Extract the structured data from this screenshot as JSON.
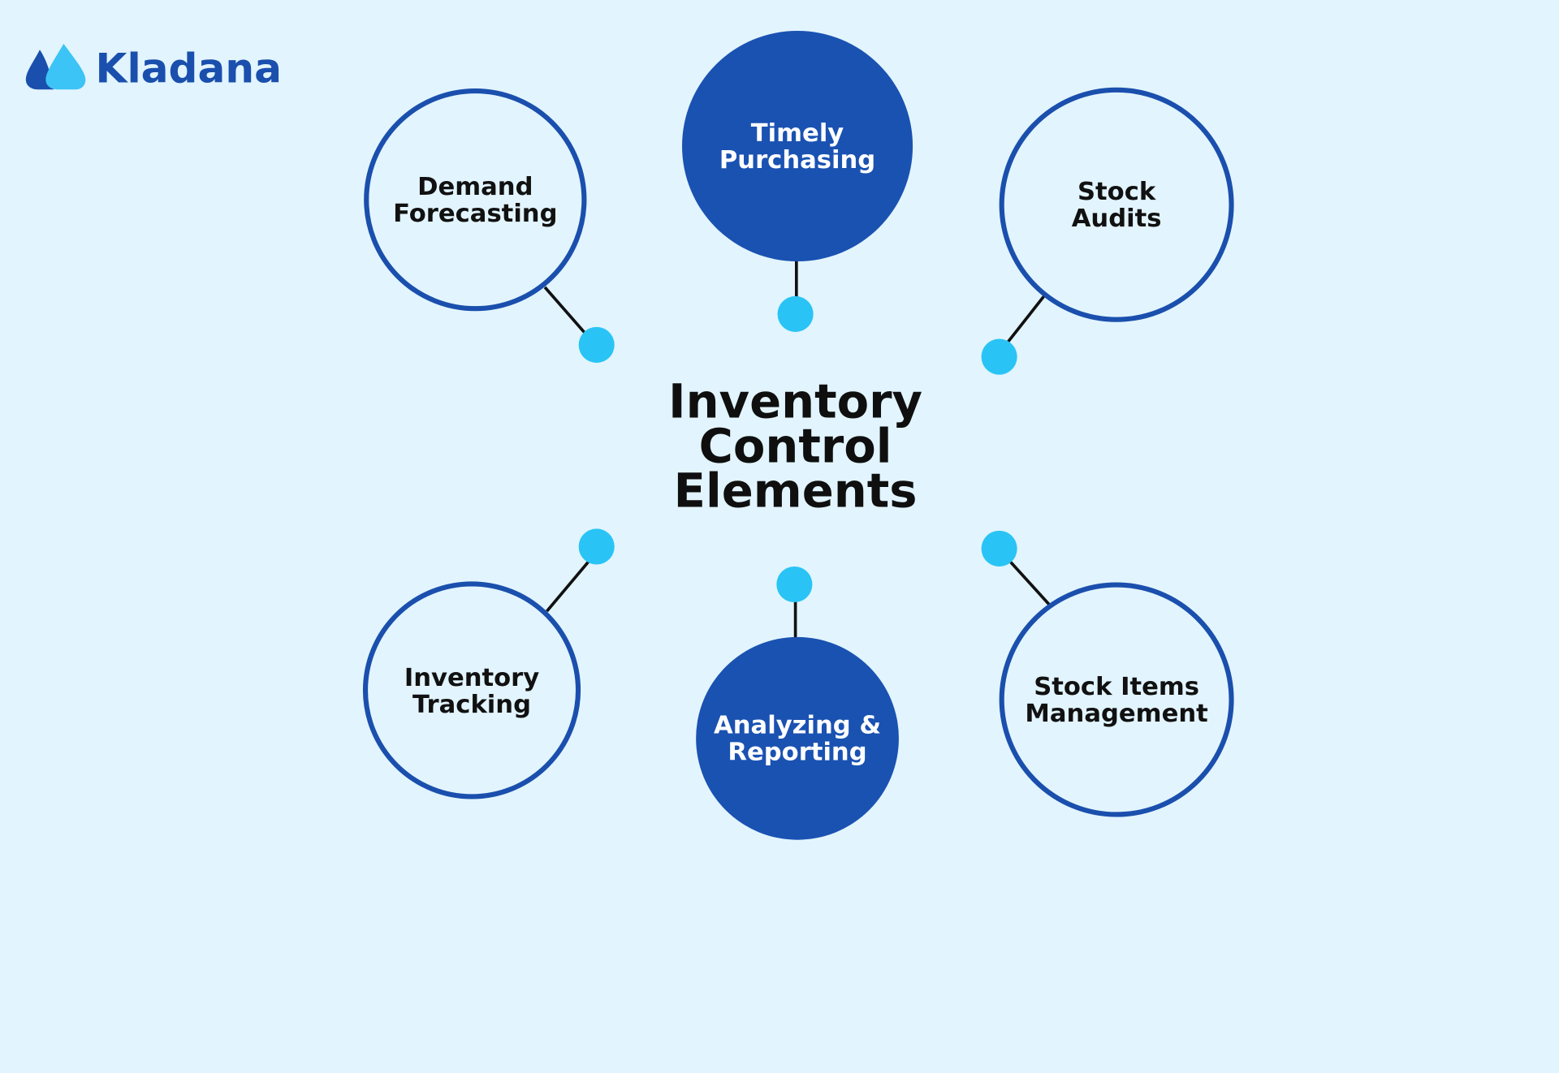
{
  "brand": {
    "name": "Kladana",
    "logo_icon": "water-drops-icon",
    "color": "#1a4fad",
    "accent": "#3bc4f5"
  },
  "title": "Inventory\nControl\nElements",
  "elements": [
    {
      "label": "Demand\nForecasting",
      "style": "outline"
    },
    {
      "label": "Timely\nPurchasing",
      "style": "filled"
    },
    {
      "label": "Stock\nAudits",
      "style": "outline"
    },
    {
      "label": "Inventory\nTracking",
      "style": "outline"
    },
    {
      "label": "Analyzing &\nReporting",
      "style": "filled"
    },
    {
      "label": "Stock Items\nManagement",
      "style": "outline"
    }
  ],
  "colors": {
    "background": "#e2f4fd",
    "primary": "#1a52b2",
    "connector_dot": "#29c4f5",
    "connector_line": "#111111"
  }
}
